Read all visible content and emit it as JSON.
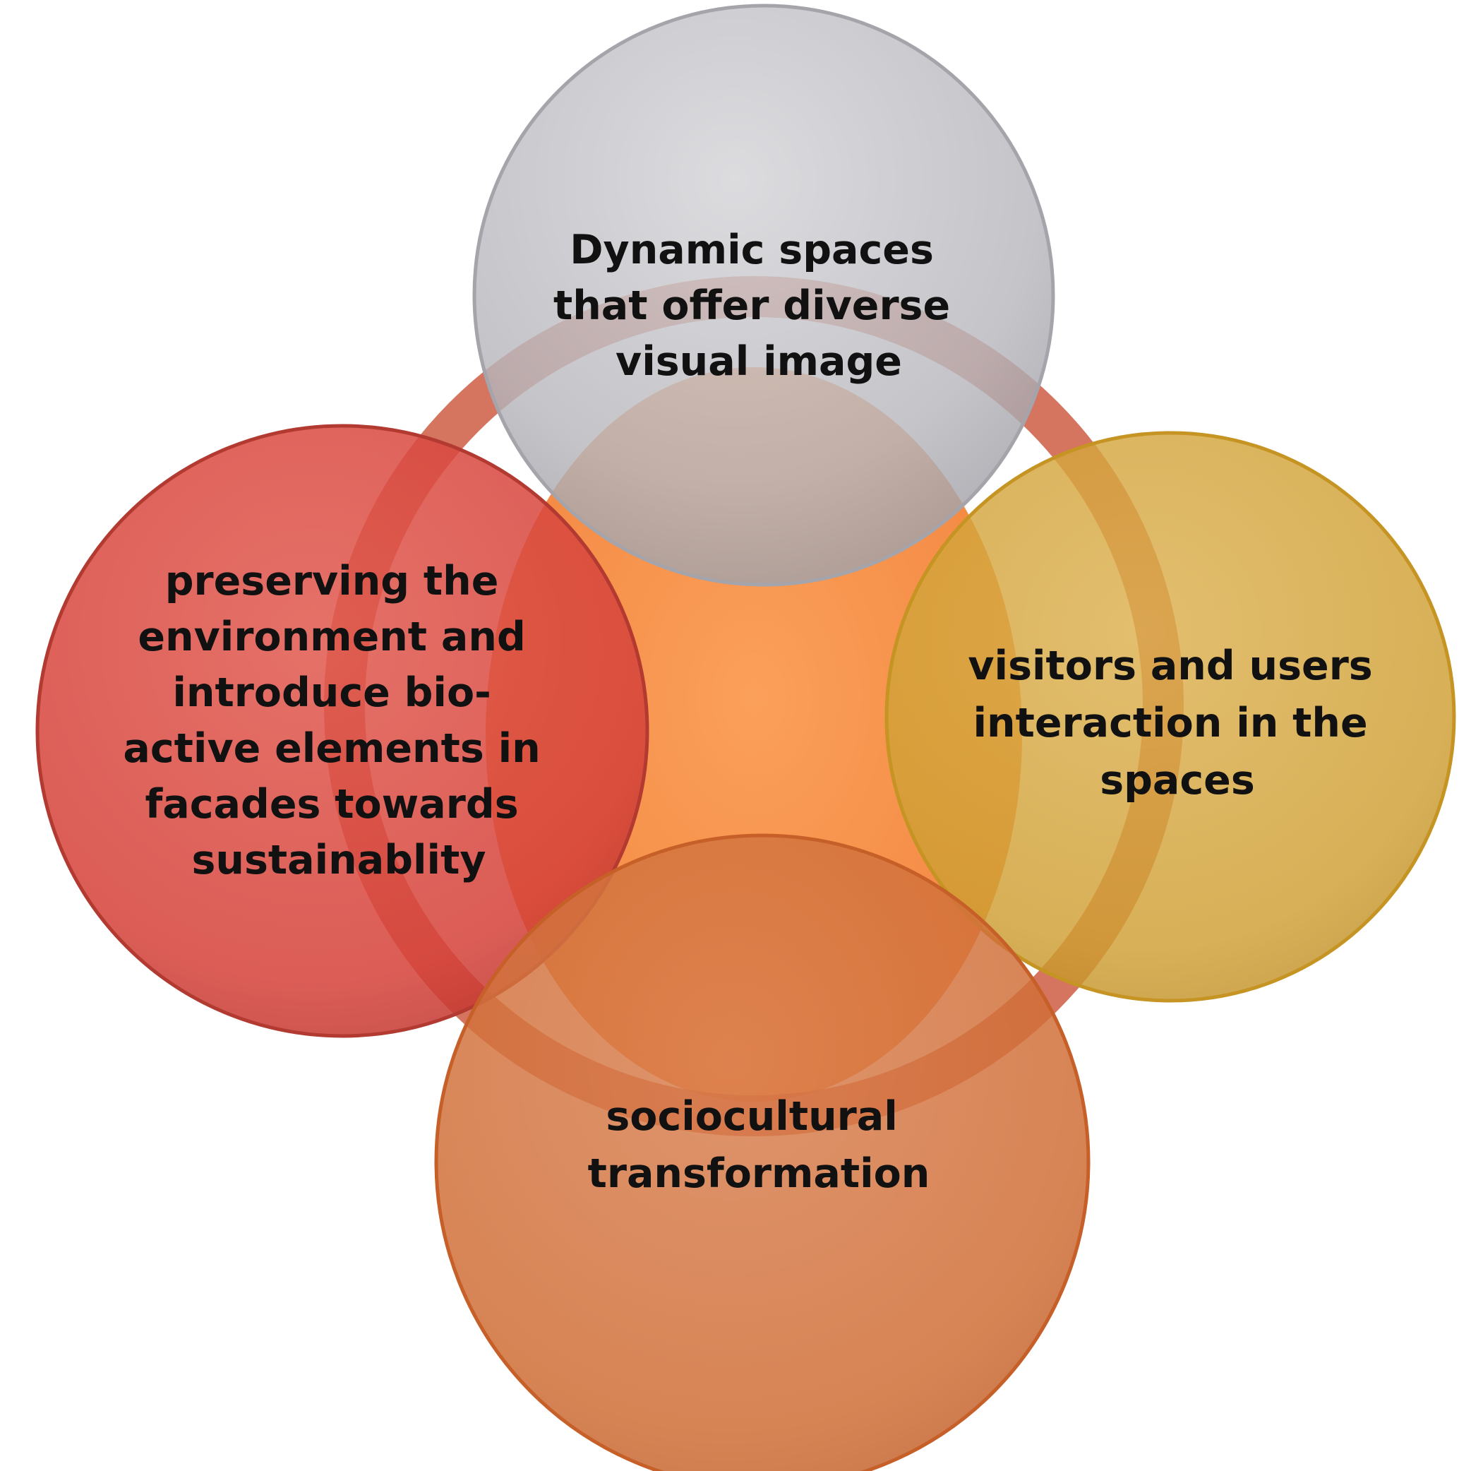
{
  "diagram": {
    "type": "overlapping-circles",
    "colors": {
      "top_circle": "#b9b9be",
      "left_circle": "#d9403a",
      "right_circle": "#d5a53a",
      "bottom_circle": "#d0692e",
      "ring": "#c94d2c",
      "center_fill": "#f7944e"
    },
    "nodes": {
      "top": {
        "lines": [
          "Dynamic spaces",
          "that offer diverse",
          "visual image"
        ]
      },
      "left": {
        "lines": [
          "preserving the",
          "environment and",
          "introduce bio-",
          "active elements in",
          "facades towards",
          "sustainablity"
        ]
      },
      "right": {
        "lines": [
          "visitors and users",
          "interaction in the",
          "spaces"
        ]
      },
      "bottom": {
        "lines": [
          "sociocultural",
          "transformation"
        ]
      }
    }
  }
}
